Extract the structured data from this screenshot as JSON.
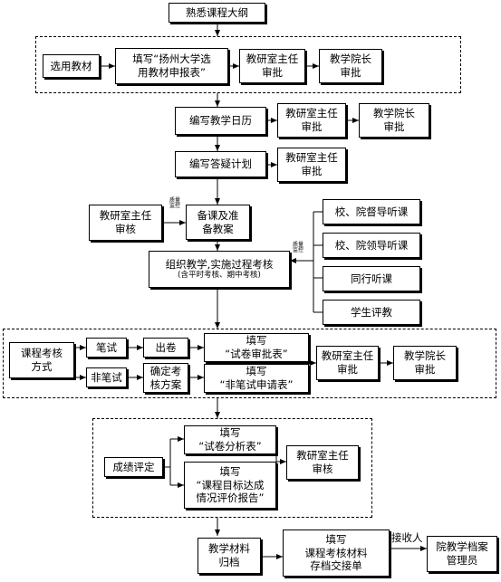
{
  "nodes": {
    "familiarize_outline": "熟悉课程大纲",
    "select_textbook": "选用教材",
    "fill_textbook_form": "填写“扬州大学选\n用教材申报表”",
    "dept_director_approval": "教研室主任\n审批",
    "dean_approval": "教学院长\n审批",
    "compile_calendar": "编写教学日历",
    "calendar_director_approval": "教研室主任\n审批",
    "calendar_dean_approval": "教学院长\n审批",
    "compile_qa_plan": "编写答疑计划",
    "qa_director_approval": "教研室主任\n审批",
    "director_review": "教研室主任\n审核",
    "prepare_lessons": "备课及准\n备教案",
    "organize_teaching": "组织教学,实施过程考核",
    "organize_teaching_sub": "(含平时考核、期中考核)",
    "supervisor_school": "校、院督导听课",
    "leader_school": "校、院领导听课",
    "peer_observation": "同行听课",
    "student_evaluation": "学生评教",
    "course_exam_method": "课程考核\n方式",
    "written_exam": "笔试",
    "set_paper": "出卷",
    "fill_paper_review": "填写\n“试卷审批表”",
    "non_written_exam": "非笔试",
    "determine_plan": "确定考\n核方案",
    "fill_non_written": "填写\n“非笔试申请表”",
    "exam_director_approval": "教研室主任\n审批",
    "exam_dean_approval": "教学院长\n审批",
    "grade_assessment": "成绩评定",
    "fill_paper_analysis": "填写\n“试卷分析表”",
    "fill_goal_report": "填写\n“课程目标达成\n情况评价报告”",
    "grade_director_review": "教研室主任\n审核",
    "archive_materials": "教学材料\n归档",
    "fill_handover": "填写\n课程考核材料\n存档交接单",
    "archive_manager": "院教学档案\n管理员"
  },
  "labels": {
    "quality_monitor_1": "质量\n监控",
    "quality_monitor_2": "质量\n监控",
    "receiver": "接收人"
  },
  "colors": {
    "line": "#000000",
    "fill": "#ffffff"
  }
}
